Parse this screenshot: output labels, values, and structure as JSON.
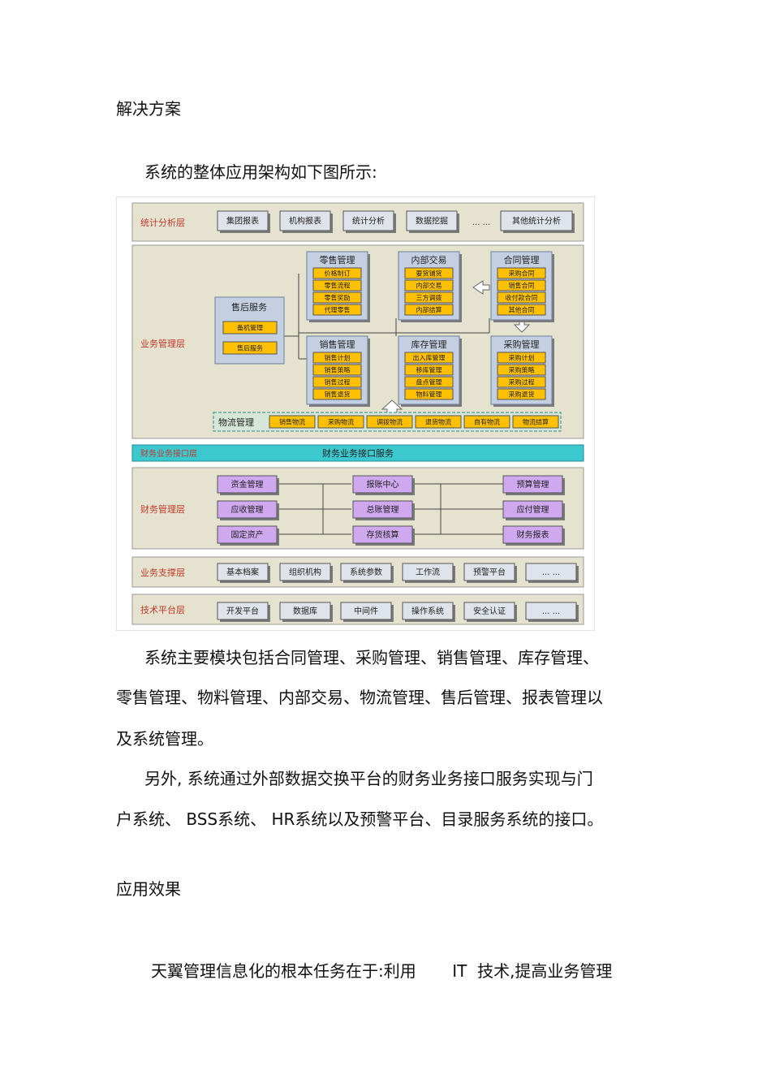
{
  "doc": {
    "heading1": "解决方案",
    "intro": "系统的整体应用架构如下图所示:",
    "para1_line1": "系统主要模块包括合同管理、采购管理、销售管理、库存管理、",
    "para1_line2": "零售管理、物料管理、内部交易、物流管理、售后管理、报表管理以",
    "para1_line3": "及系统管理。",
    "para2_line1": "另外, 系统通过外部数据交换平台的财务业务接口服务实现与门",
    "para2_line2": "户系统、 BSS系统、 HR系统以及预警平台、目录服务系统的接口。",
    "heading2": "应用效果",
    "para3": "天翼管理信息化的根本任务在于:利用       IT  技术,提高业务管理"
  },
  "diagram": {
    "colors": {
      "layer_bg": "#e5e3cf",
      "module_bg": "#c4d0e2",
      "item_yellow": "#ffc000",
      "finance_box": "#cfa8f0",
      "interface_band": "#3cc8cf",
      "gray_box": "#dfe3ec",
      "label_red": "#c0392b"
    },
    "layers": {
      "stats": "统计分析层",
      "business": "业务管理层",
      "interface": "财务业务接口层",
      "finance": "财务管理层",
      "support": "业务支撑层",
      "platform": "技术平台层"
    },
    "stats_items": [
      "集团报表",
      "机构报表",
      "统计分析",
      "数据挖掘",
      "... ...",
      "其他统计分析"
    ],
    "after_sales": {
      "title": "售后服务",
      "items": [
        "备机管理",
        "售后服务"
      ]
    },
    "retail": {
      "title": "零售管理",
      "items": [
        "价格制订",
        "零售流程",
        "零售奖励",
        "代理零售"
      ]
    },
    "internal": {
      "title": "内部交易",
      "items": [
        "要货铺货",
        "内部交易",
        "三方调拨",
        "内部结算"
      ]
    },
    "contract": {
      "title": "合同管理",
      "items": [
        "采购合同",
        "销售合同",
        "收付款合同",
        "其他合同"
      ]
    },
    "sales": {
      "title": "销售管理",
      "items": [
        "销售计划",
        "销售策略",
        "销售过程",
        "销售退货"
      ]
    },
    "inventory": {
      "title": "库存管理",
      "items": [
        "出入库管理",
        "移库管理",
        "盘点管理",
        "物料管理"
      ]
    },
    "purchase": {
      "title": "采购管理",
      "items": [
        "采购计划",
        "采购策略",
        "采购过程",
        "采购退货"
      ]
    },
    "logistics": {
      "title": "物流管理",
      "items": [
        "销售物流",
        "采购物流",
        "调拨物流",
        "退货物流",
        "自有物流",
        "物流结算"
      ]
    },
    "interface_service": "财务业务接口服务",
    "finance_items": {
      "left": [
        "资金管理",
        "应收管理",
        "固定资产"
      ],
      "center": [
        "报账中心",
        "总账管理",
        "存货核算"
      ],
      "right": [
        "预算管理",
        "应付管理",
        "财务报表"
      ]
    },
    "support_items": [
      "基本档案",
      "组织机构",
      "系统参数",
      "工作流",
      "预警平台",
      "... ..."
    ],
    "platform_items": [
      "开发平台",
      "数据库",
      "中间件",
      "操作系统",
      "安全认证",
      "... ..."
    ]
  }
}
